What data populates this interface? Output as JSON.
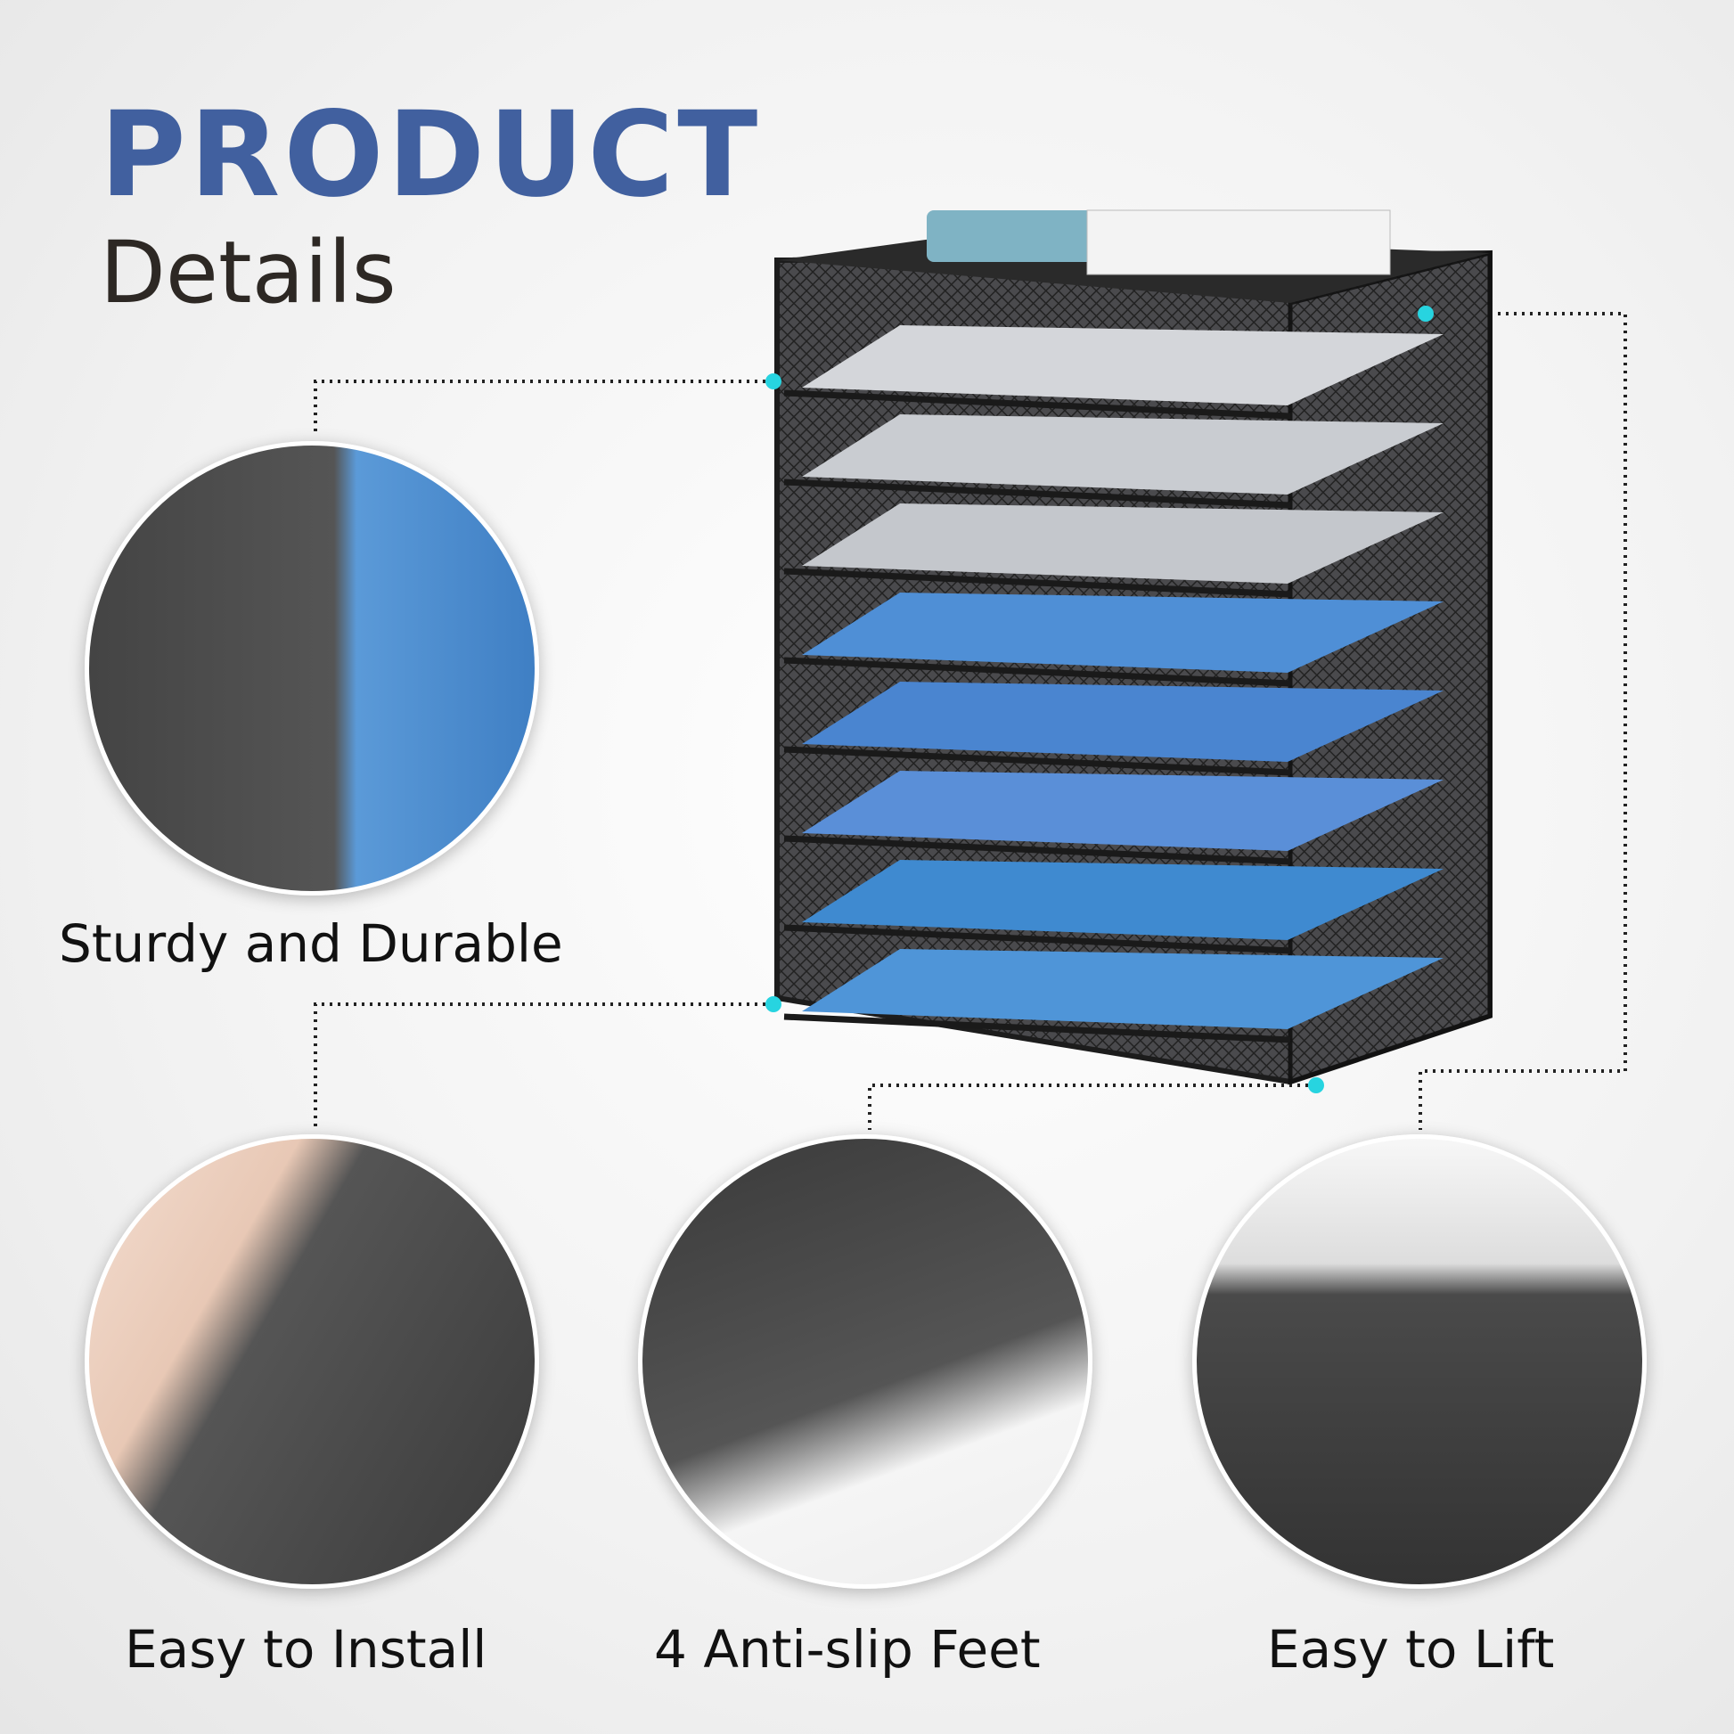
{
  "header": {
    "title": "PRODUCT",
    "subtitle": "Details"
  },
  "features": [
    {
      "label": "Sturdy and Durable"
    },
    {
      "label": "Easy to Install"
    },
    {
      "label": "4 Anti-slip Feet"
    },
    {
      "label": "Easy to Lift"
    }
  ],
  "colors": {
    "accent": "#41609f",
    "dot": "#27d4e0",
    "mesh": "#3a3a3c",
    "paper_blue": "#4f8fd6"
  }
}
